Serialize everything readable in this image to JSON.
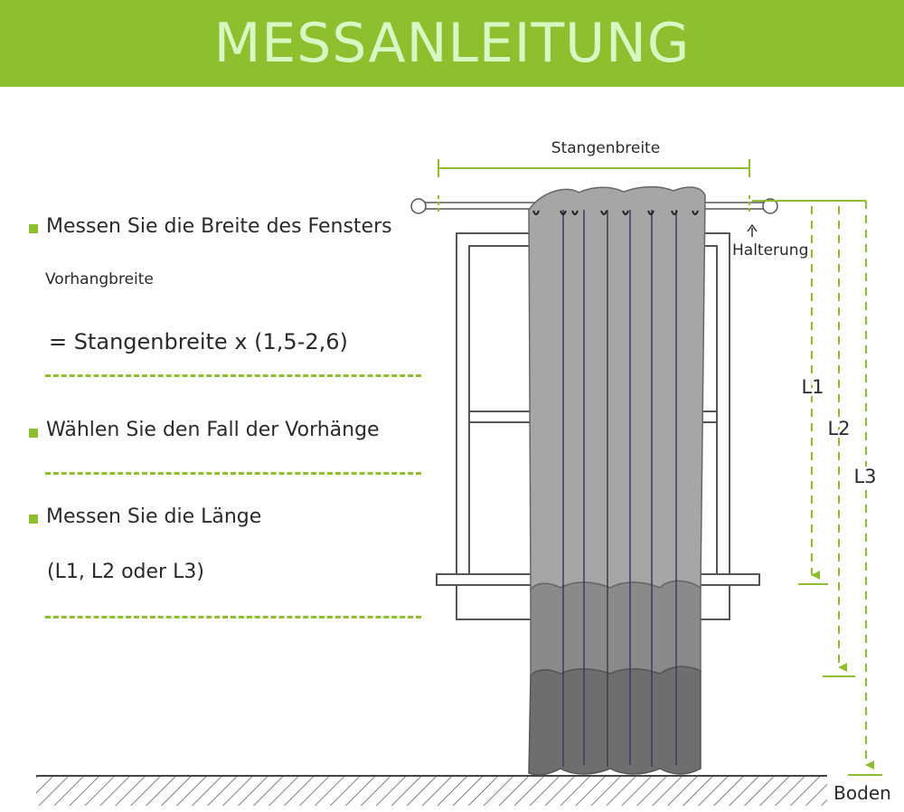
{
  "header": {
    "title": "MESSANLEITUNG"
  },
  "steps": {
    "step1": "Messen Sie die Breite des Fensters",
    "curtain_width_label": "Vorhangbreite",
    "formula": "= Stangenbreite x (1,5-2,6)",
    "step2": "Wählen Sie den Fall der Vorhänge",
    "step3": "Messen Sie die Länge",
    "step3_options": "(L1, L2 oder L3)"
  },
  "diagram": {
    "rod_width_label": "Stangenbreite",
    "bracket_label": "Halterung",
    "l1_label": "L1",
    "l2_label": "L2",
    "l3_label": "L3",
    "floor_label": "Boden"
  },
  "colors": {
    "accent": "#8dbf2f",
    "title_text": "#d9f7c2",
    "curtain_light": "#a6a6a6",
    "curtain_mid": "#8a8a8a",
    "curtain_dark": "#6e6e6e"
  }
}
